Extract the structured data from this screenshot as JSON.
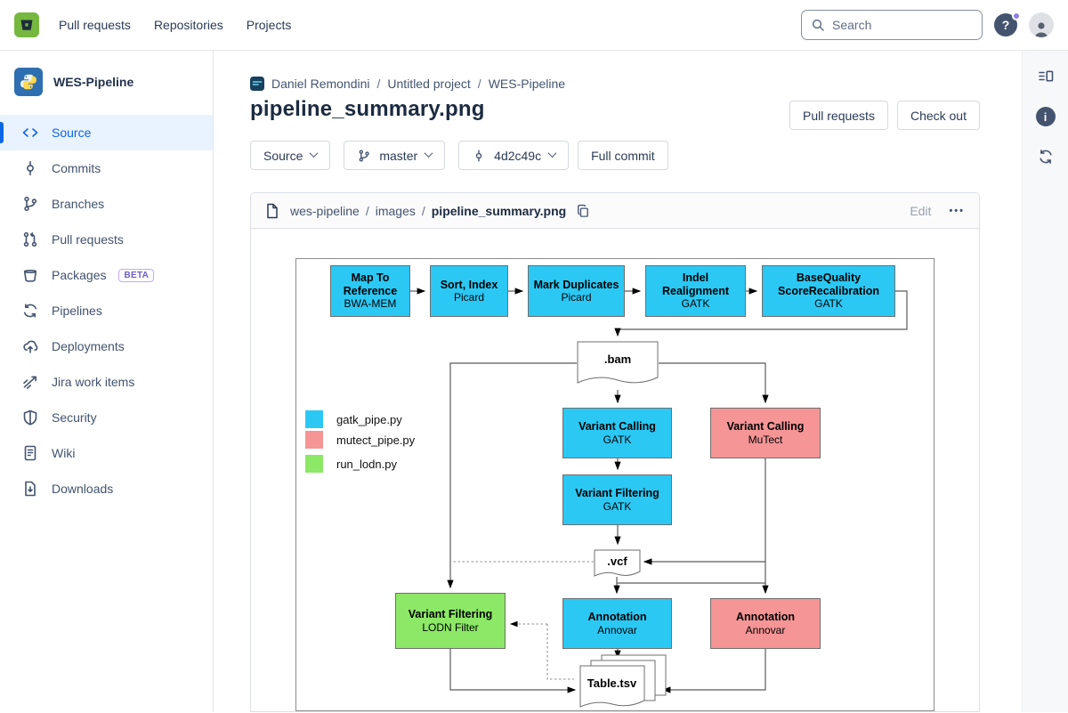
{
  "colors": {
    "cyan": "#2bc8f4",
    "pink": "#f59596",
    "green": "#8ce866",
    "accent_blue": "#0c66e4",
    "logo_green": "#76b83f",
    "badge_purple": "#6e5dc6"
  },
  "nav": {
    "items": [
      "Pull requests",
      "Repositories",
      "Projects"
    ],
    "search_placeholder": "Search",
    "help_glyph": "?"
  },
  "rightrail": {
    "info_glyph": "i"
  },
  "sidebar": {
    "project": "WES-Pipeline",
    "items": [
      {
        "label": "Source"
      },
      {
        "label": "Commits"
      },
      {
        "label": "Branches"
      },
      {
        "label": "Pull requests"
      },
      {
        "label": "Packages",
        "badge": "BETA"
      },
      {
        "label": "Pipelines"
      },
      {
        "label": "Deployments"
      },
      {
        "label": "Jira work items"
      },
      {
        "label": "Security"
      },
      {
        "label": "Wiki"
      },
      {
        "label": "Downloads"
      }
    ]
  },
  "header": {
    "breadcrumb": [
      "Daniel Remondini",
      "Untitled project",
      "WES-Pipeline"
    ],
    "sep": "/",
    "title": "pipeline_summary.png",
    "actions": {
      "pull_requests": "Pull requests",
      "check_out": "Check out"
    }
  },
  "toolbar": {
    "source": "Source",
    "branch": "master",
    "commit": "4d2c49c",
    "full_commit": "Full commit"
  },
  "filebar": {
    "repo": "wes-pipeline",
    "folder": "images",
    "file": "pipeline_summary.png",
    "edit": "Edit",
    "more": "•••"
  },
  "diagram": {
    "nodes": [
      {
        "title": "Map To Reference",
        "sub": "BWA-MEM",
        "color": "cyan"
      },
      {
        "title": "Sort, Index",
        "sub": "Picard",
        "color": "cyan"
      },
      {
        "title": "Mark Duplicates",
        "sub": "Picard",
        "color": "cyan"
      },
      {
        "title": "Indel Realignment",
        "sub": "GATK",
        "color": "cyan"
      },
      {
        "title": "BaseQuality ScoreRecalibration",
        "sub": "GATK",
        "color": "cyan"
      },
      {
        "title": "Variant Calling",
        "sub": "GATK",
        "color": "cyan"
      },
      {
        "title": "Variant Calling",
        "sub": "MuTect",
        "color": "pink"
      },
      {
        "title": "Variant Filtering",
        "sub": "GATK",
        "color": "cyan"
      },
      {
        "title": "Variant Filtering",
        "sub": "LODN Filter",
        "color": "green"
      },
      {
        "title": "Annotation",
        "sub": "Annovar",
        "color": "cyan"
      },
      {
        "title": "Annotation",
        "sub": "Annovar",
        "color": "pink"
      }
    ],
    "files": {
      "bam": ".bam",
      "vcf": ".vcf",
      "table": "Table.tsv"
    },
    "legend": [
      {
        "label": "gatk_pipe.py",
        "color": "#2bc8f4"
      },
      {
        "label": "mutect_pipe.py",
        "color": "#f59596"
      },
      {
        "label": "run_lodn.py",
        "color": "#8ce866"
      }
    ],
    "edges": [
      {
        "from": "Map To Reference",
        "to": "Sort, Index"
      },
      {
        "from": "Sort, Index",
        "to": "Mark Duplicates"
      },
      {
        "from": "Mark Duplicates",
        "to": "Indel Realignment"
      },
      {
        "from": "Indel Realignment",
        "to": "BaseQuality ScoreRecalibration"
      },
      {
        "from": "BaseQuality ScoreRecalibration",
        "to": ".bam"
      },
      {
        "from": ".bam",
        "to": "Variant Calling GATK"
      },
      {
        "from": ".bam",
        "to": "Variant Calling MuTect"
      },
      {
        "from": ".bam",
        "to": "Variant Filtering LODN Filter"
      },
      {
        "from": "Variant Calling GATK",
        "to": "Variant Filtering GATK"
      },
      {
        "from": "Variant Filtering GATK",
        "to": ".vcf"
      },
      {
        "from": "Variant Calling MuTect",
        "to": ".vcf"
      },
      {
        "from": ".vcf",
        "to": "Annotation Annovar (GATK)"
      },
      {
        "from": ".vcf",
        "to": "Annotation Annovar (MuTect)"
      },
      {
        "from": ".vcf",
        "to": "Variant Filtering LODN Filter",
        "style": "dotted"
      },
      {
        "from": "Annotation Annovar (GATK)",
        "to": "Table.tsv"
      },
      {
        "from": "Annotation Annovar (MuTect)",
        "to": "Table.tsv"
      },
      {
        "from": "Variant Filtering LODN Filter",
        "to": "Table.tsv"
      },
      {
        "from": "Table.tsv",
        "to": "Variant Filtering LODN Filter",
        "style": "dotted"
      }
    ]
  }
}
